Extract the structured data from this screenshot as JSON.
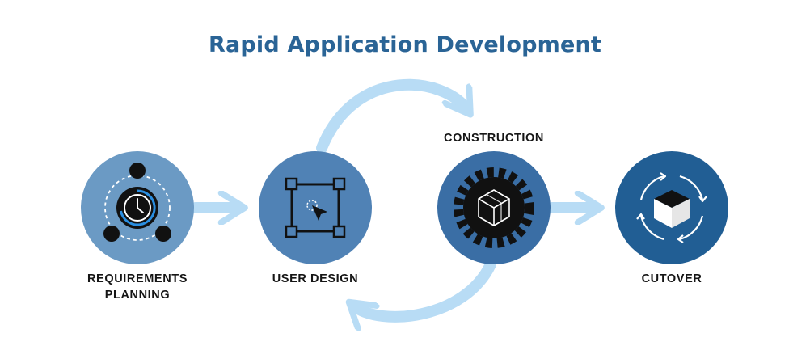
{
  "title": "Rapid Application Development",
  "stages": {
    "requirements": {
      "label_line1": "REQUIREMENTS",
      "label_line2": "PLANNING",
      "icon": "clock-network-icon",
      "color": "#6b9ac4"
    },
    "user_design": {
      "label": "USER DESIGN",
      "icon": "cursor-frame-icon",
      "color": "#5082b5"
    },
    "construction": {
      "label": "CONSTRUCTION",
      "icon": "gear-cube-icon",
      "color": "#3a6ea5"
    },
    "cutover": {
      "label": "CUTOVER",
      "icon": "cycle-cube-icon",
      "color": "#215e94"
    }
  },
  "colors": {
    "title": "#2a6496",
    "arrow": "#b8dcf5",
    "icon_dark": "#111111",
    "icon_light": "#ffffff"
  }
}
